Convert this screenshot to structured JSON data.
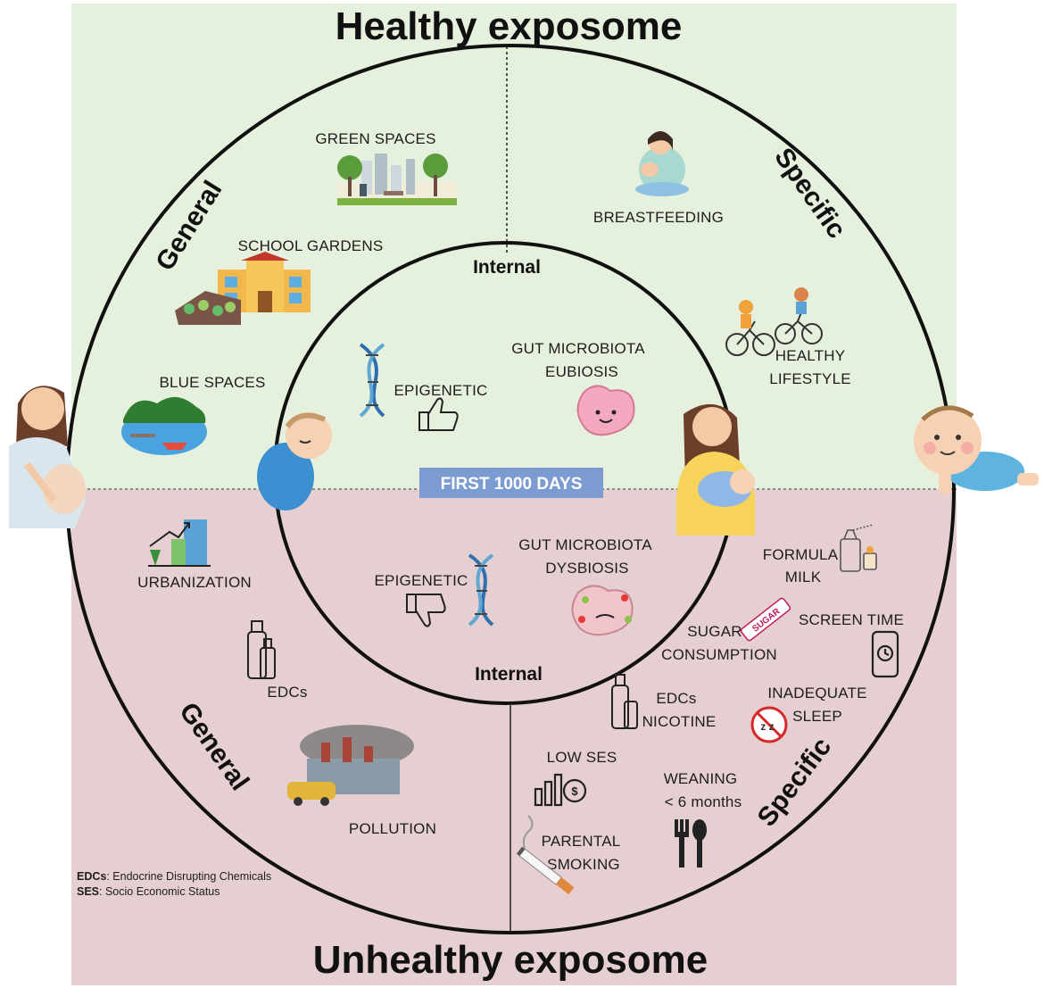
{
  "titles": {
    "top": "Healthy exposome",
    "bottom": "Unhealthy exposome"
  },
  "center_banner": "FIRST 1000 DAYS",
  "ring_labels": {
    "internal_top": "Internal",
    "internal_bottom": "Internal",
    "general_top": "General",
    "specific_top": "Specific",
    "general_bottom": "General",
    "specific_bottom": "Specific"
  },
  "healthy": {
    "green_spaces": "GREEN SPACES",
    "school_gardens": "SCHOOL GARDENS",
    "blue_spaces": "BLUE SPACES",
    "breastfeeding": "BREASTFEEDING",
    "healthy_lifestyle_1": "HEALTHY",
    "healthy_lifestyle_2": "LIFESTYLE",
    "epigenetic": "EPIGENETIC",
    "gut_1": "GUT MICROBIOTA",
    "gut_2": "EUBIOSIS"
  },
  "unhealthy": {
    "urbanization": "URBANIZATION",
    "edcs_general": "EDCs",
    "pollution": "POLLUTION",
    "epigenetic": "EPIGENETIC",
    "gut_1": "GUT MICROBIOTA",
    "gut_2": "DYSBIOSIS",
    "formula_1": "FORMULA",
    "formula_2": "MILK",
    "sugar_1": "SUGAR",
    "sugar_2": "CONSUMPTION",
    "sugar_stick": "SUGAR",
    "screen_time": "SCREEN TIME",
    "edcs_specific": "EDCs",
    "nicotine": "NICOTINE",
    "sleep_1": "INADEQUATE",
    "sleep_2": "SLEEP",
    "low_ses": "LOW SES",
    "weaning_1": "WEANING",
    "weaning_2": "< 6 months",
    "smoking_1": "PARENTAL",
    "smoking_2": "SMOKING"
  },
  "legend": {
    "edcs_abbr": "EDCs",
    "edcs_def": ": Endocrine Disrupting Chemicals",
    "ses_abbr": "SES",
    "ses_def": ": Socio Economic Status"
  },
  "icons": [
    "city-park-icon",
    "school-icon",
    "lake-icon",
    "breastfeeding-mother-icon",
    "cyclists-icon",
    "dna-icon",
    "thumbs-up-icon",
    "happy-gut-icon",
    "swaddled-baby-icon",
    "nursing-mother-icon",
    "pregnant-woman-icon",
    "crawling-baby-icon",
    "urbanization-icon",
    "bottles-icon",
    "factory-pollution-icon",
    "thumbs-down-icon",
    "sick-gut-icon",
    "formula-bottle-icon",
    "sugar-stick-icon",
    "smartphone-icon",
    "no-sleep-icon",
    "low-ses-chart-icon",
    "fork-spoon-icon",
    "cigarette-icon"
  ],
  "colors": {
    "healthy_bg": "#e5f1dd",
    "unhealthy_bg": "#e6cfd0",
    "banner": "#7c9bd0",
    "ring": "#111111"
  }
}
